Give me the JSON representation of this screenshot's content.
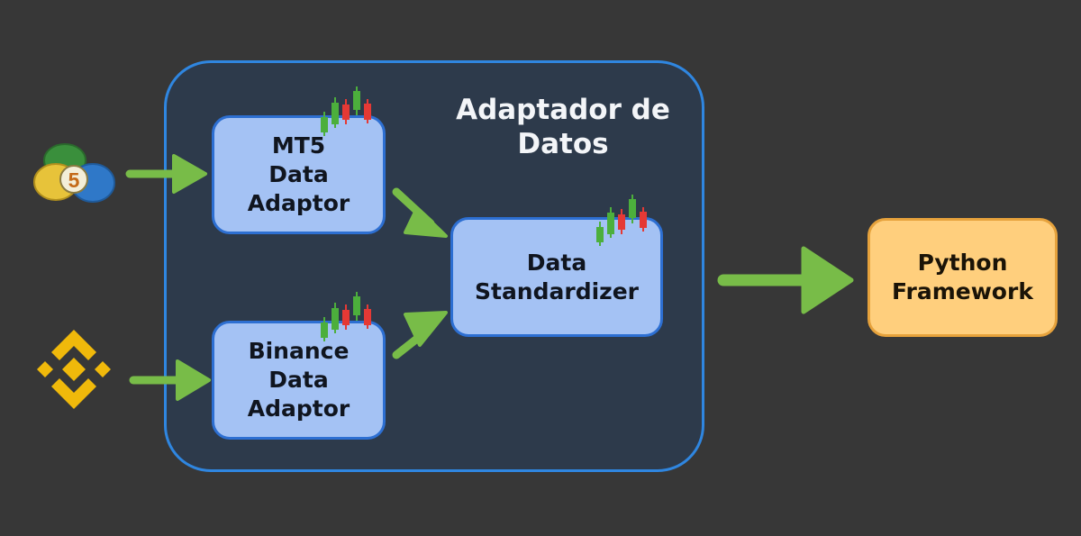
{
  "diagram": {
    "container_title": "Adaptador de\nDatos",
    "mt5_adaptor": "MT5\nData\nAdaptor",
    "binance_adaptor": "Binance\nData\nAdaptor",
    "standardizer": "Data\nStandardizer",
    "output": "Python\nFramework"
  },
  "colors": {
    "background": "#373737",
    "container_fill": "#2d3a4b",
    "container_border": "#2f86e0",
    "box_fill": "#a4c2f4",
    "output_fill": "#ffcf7d",
    "arrow": "#78bc48",
    "candle_up": "#4caf3c",
    "candle_down": "#e53935",
    "binance": "#f0b90b"
  },
  "icons": {
    "source_1": "metatrader5-icon",
    "source_2": "binance-logo-icon",
    "candles": "candlestick-icon"
  }
}
